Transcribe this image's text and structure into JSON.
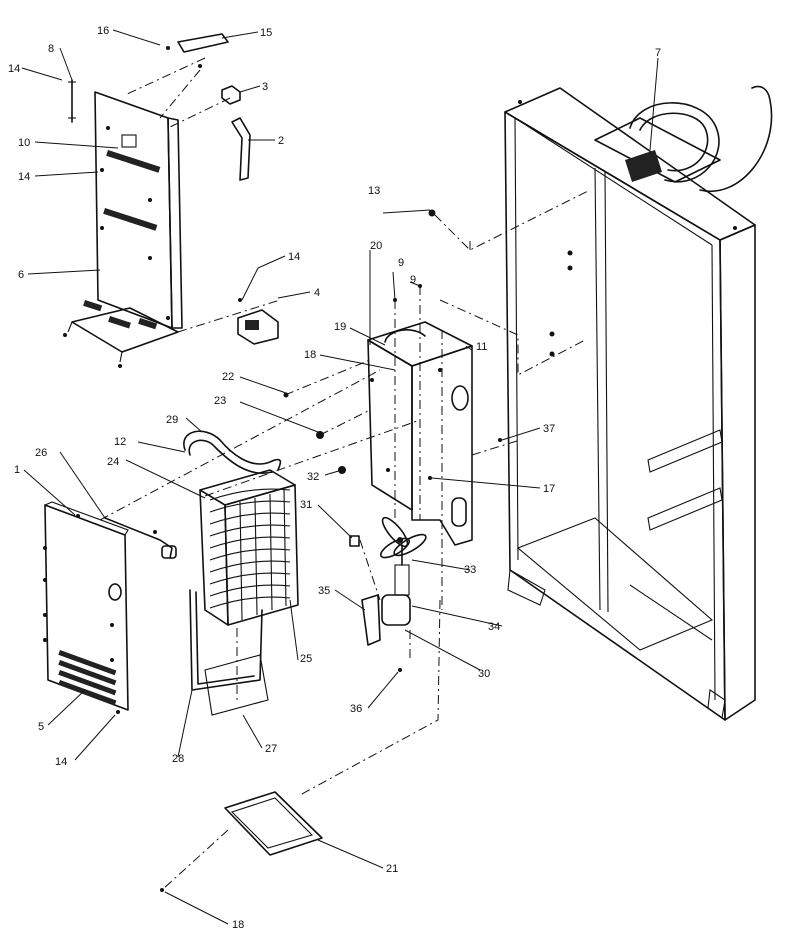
{
  "callouts": {
    "c1": "1",
    "c2": "2",
    "c3": "3",
    "c4": "4",
    "c5": "5",
    "c6": "6",
    "c7": "7",
    "c8": "8",
    "c9a": "9",
    "c9b": "9",
    "c10": "10",
    "c11": "11",
    "c12": "12",
    "c13": "13",
    "c14a": "14",
    "c14b": "14",
    "c14c": "14",
    "c14d": "14",
    "c15": "15",
    "c16": "16",
    "c17": "17",
    "c18a": "18",
    "c18b": "18",
    "c19": "19",
    "c20": "20",
    "c21": "21",
    "c22": "22",
    "c23": "23",
    "c24": "24",
    "c25": "25",
    "c26": "26",
    "c27": "27",
    "c28": "28",
    "c29": "29",
    "c30": "30",
    "c31": "31",
    "c32": "32",
    "c33": "33",
    "c34": "34",
    "c35": "35",
    "c36": "36",
    "c37": "37"
  }
}
